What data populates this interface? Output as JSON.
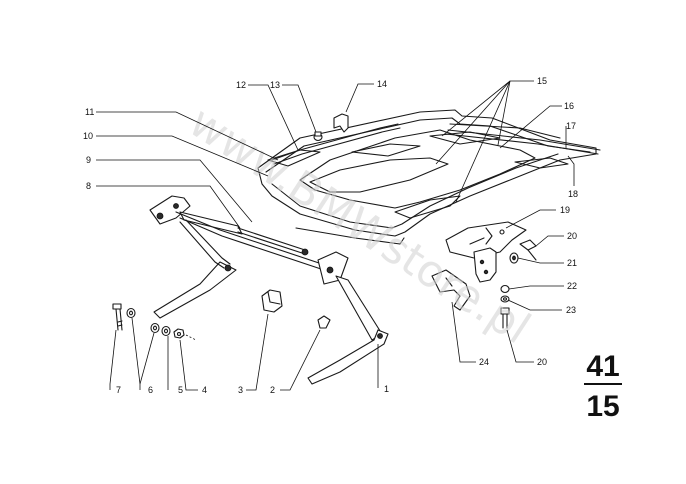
{
  "watermark": "www.BMWstore.pl",
  "group": {
    "main": "41",
    "sub": "15"
  },
  "callouts": [
    {
      "id": "c1",
      "text": "1"
    },
    {
      "id": "c2",
      "text": "2"
    },
    {
      "id": "c3",
      "text": "3"
    },
    {
      "id": "c4",
      "text": "4"
    },
    {
      "id": "c5",
      "text": "5"
    },
    {
      "id": "c6",
      "text": "6"
    },
    {
      "id": "c7",
      "text": "7"
    },
    {
      "id": "c8",
      "text": "8"
    },
    {
      "id": "c9",
      "text": "9"
    },
    {
      "id": "c10",
      "text": "10"
    },
    {
      "id": "c11",
      "text": "11"
    },
    {
      "id": "c12",
      "text": "12"
    },
    {
      "id": "c13",
      "text": "13"
    },
    {
      "id": "c14",
      "text": "14"
    },
    {
      "id": "c15",
      "text": "15"
    },
    {
      "id": "c16",
      "text": "16"
    },
    {
      "id": "c17",
      "text": "17"
    },
    {
      "id": "c18",
      "text": "18"
    },
    {
      "id": "c19",
      "text": "19"
    },
    {
      "id": "c20a",
      "text": "20"
    },
    {
      "id": "c21",
      "text": "21"
    },
    {
      "id": "c22",
      "text": "22"
    },
    {
      "id": "c23",
      "text": "23"
    },
    {
      "id": "c20b",
      "text": "20"
    },
    {
      "id": "c24",
      "text": "24"
    }
  ]
}
